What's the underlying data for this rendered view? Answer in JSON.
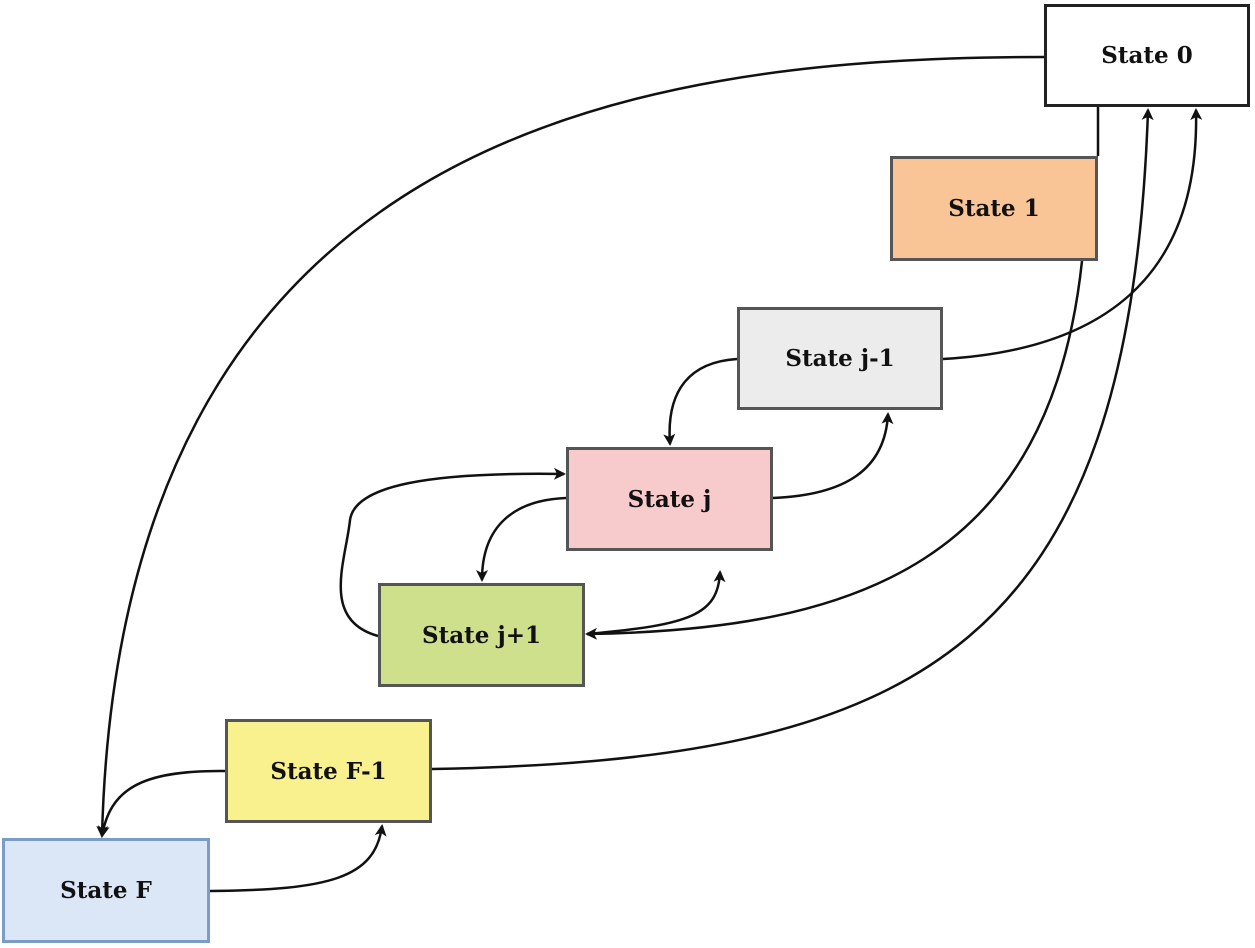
{
  "states": [
    {
      "id": "s0",
      "label": "State 0",
      "fill": "#ffffff"
    },
    {
      "id": "s1",
      "label": "State 1",
      "fill": "#f9c596"
    },
    {
      "id": "sjm1",
      "label": "State j-1",
      "fill": "#ececec"
    },
    {
      "id": "sj",
      "label": "State j",
      "fill": "#f7cacc"
    },
    {
      "id": "sjp1",
      "label": "State j+1",
      "fill": "#cfe08d"
    },
    {
      "id": "sfm1",
      "label": "State F-1",
      "fill": "#f8f18e"
    },
    {
      "id": "sf",
      "label": "State F",
      "fill": "#dbe7f7"
    }
  ],
  "transitions": [
    {
      "from": "State 0",
      "to": "State F"
    },
    {
      "from": "State 0",
      "to": "State j+1"
    },
    {
      "from": "State 1",
      "to": "State j+1"
    },
    {
      "from": "State F-1",
      "to": "State 0"
    },
    {
      "from": "State j-1",
      "to": "State 0"
    },
    {
      "from": "State j-1",
      "to": "State j"
    },
    {
      "from": "State j",
      "to": "State j-1"
    },
    {
      "from": "State j",
      "to": "State j+1"
    },
    {
      "from": "State j+1",
      "to": "State j"
    },
    {
      "from": "State F-1",
      "to": "State F"
    },
    {
      "from": "State F",
      "to": "State F-1"
    }
  ]
}
